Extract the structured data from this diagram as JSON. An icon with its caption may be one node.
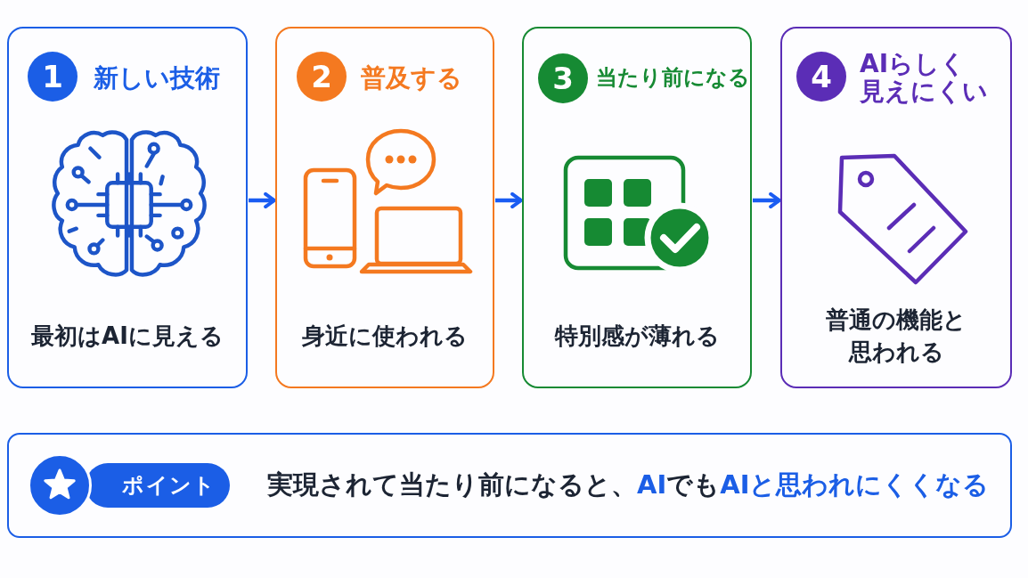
{
  "diagram": {
    "nodes": [
      {
        "text": [
          "新しい技術",
          "最初はAIに見える"
        ]
      },
      {
        "text": [
          "1"
        ],
        "in": 0
      },
      {
        "text": [
          "普及する",
          "身近に使われる"
        ]
      },
      {
        "text": [
          "2"
        ],
        "in": 2
      },
      {
        "text": [
          "当たり前になる",
          "特別感が薄れる"
        ]
      },
      {
        "text": [
          "3"
        ],
        "in": 4
      },
      {
        "text": [
          "AIらしく見えにくい",
          "普通の機能と思われる"
        ]
      },
      {
        "text": [
          "4"
        ],
        "in": 6
      },
      {
        "text": [
          "実現されて当たり前になると、**AI**でも**AIと思われにくくなる**"
        ]
      },
      {
        "text": [
          "ポイント"
        ],
        "in": 8
      }
    ],
    "edges": [
      {
        "from": 0,
        "to": 2,
        "arrow": "to"
      },
      {
        "from": 2,
        "to": 4,
        "arrow": "to"
      },
      {
        "from": 4,
        "to": 6,
        "arrow": "to"
      }
    ]
  }
}
